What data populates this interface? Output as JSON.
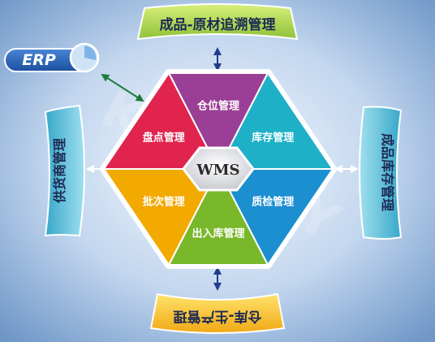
{
  "center": {
    "label": "WMS"
  },
  "segments": [
    {
      "label": "仓位管理",
      "color": "#9b3f96"
    },
    {
      "label": "库存管理",
      "color": "#1eb0c6"
    },
    {
      "label": "质检管理",
      "color": "#1c8fd0"
    },
    {
      "label": "出入库管理",
      "color": "#79b82a"
    },
    {
      "label": "批次管理",
      "color": "#f2a900"
    },
    {
      "label": "盘点管理",
      "color": "#e0244e"
    }
  ],
  "banners": {
    "top": "成品-原材追溯管理",
    "bottom": "仓库-生产管理",
    "left": "供货商管理",
    "right": "成品库存管理"
  },
  "erp": {
    "label": "ERP"
  },
  "watermark": "KINGKEY"
}
